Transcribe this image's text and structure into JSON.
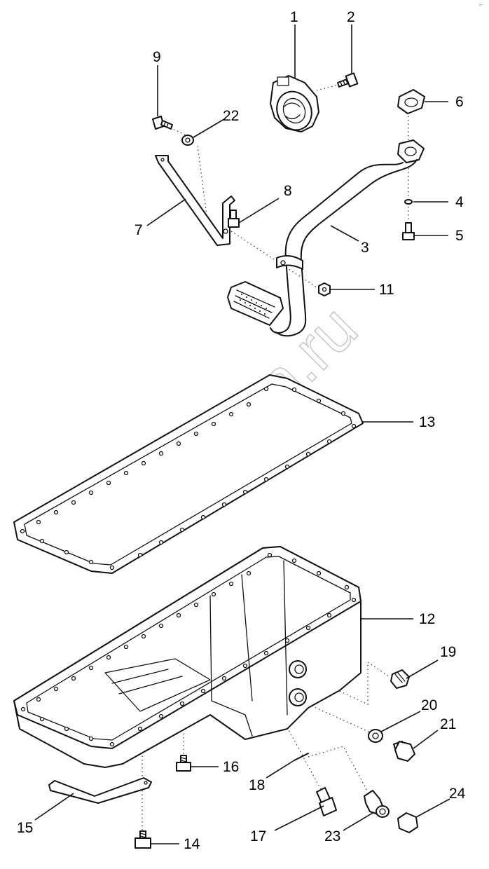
{
  "watermark": "zap-kam.ru",
  "corner_mark": "⌐",
  "callouts": {
    "c1": "1",
    "c2": "2",
    "c3": "3",
    "c4": "4",
    "c5": "5",
    "c6": "6",
    "c7": "7",
    "c8": "8",
    "c9": "9",
    "c11": "11",
    "c12": "12",
    "c13": "13",
    "c14": "14",
    "c15": "15",
    "c16": "16",
    "c17": "17",
    "c18": "18",
    "c19": "19",
    "c20": "20",
    "c21": "21",
    "c22": "22",
    "c23": "23",
    "c24": "24"
  }
}
